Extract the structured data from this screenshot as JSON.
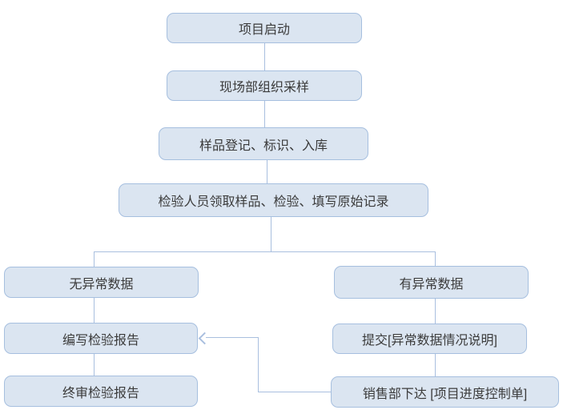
{
  "flowchart": {
    "nodes": {
      "start": {
        "label": "项目启动"
      },
      "field_sampling": {
        "label": "现场部组织采样"
      },
      "registration": {
        "label": "样品登记、标识、入库"
      },
      "inspection": {
        "label": "检验人员领取样品、检验、填写原始记录"
      },
      "no_abnormal": {
        "label": "无异常数据"
      },
      "abnormal": {
        "label": "有异常数据"
      },
      "write_report": {
        "label": "编写检验报告"
      },
      "submit_note": {
        "label": "提交[异常数据情况说明]"
      },
      "final_review": {
        "label": "终审检验报告"
      },
      "sales_issue": {
        "label": "销售部下达 [项目进度控制单]"
      }
    },
    "colors": {
      "background": "#ffffff",
      "node_fill": "#dbe5f1",
      "node_border": "#a6bfdf",
      "connector": "#a9bfdf",
      "text": "#3b3b3b"
    }
  }
}
